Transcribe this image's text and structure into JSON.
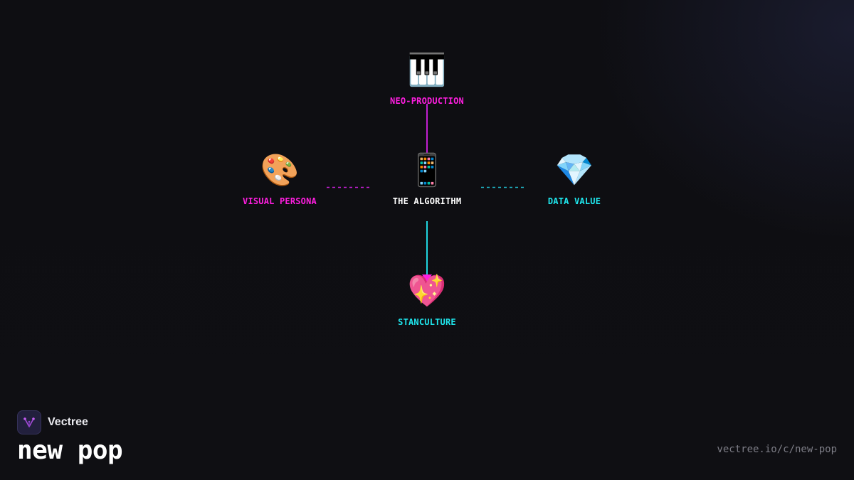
{
  "brand": {
    "name": "Vectree",
    "logo_icon": "vectree-tree-logo-icon"
  },
  "page": {
    "title": "new pop",
    "url": "vectree.io/c/new-pop"
  },
  "diagram": {
    "nodes": {
      "top": {
        "label": "NEO-PRODUCTION",
        "icon": "🎹",
        "icon_name": "piano-keys-icon",
        "color": "#ff1ee0"
      },
      "left": {
        "label": "VISUAL PERSONA",
        "icon": "🎨",
        "icon_name": "artist-palette-icon",
        "color": "#ff1ee0"
      },
      "center": {
        "label": "THE ALGORITHM",
        "icon": "📱",
        "icon_name": "mobile-phone-icon",
        "color": "#ffffff"
      },
      "right": {
        "label": "DATA VALUE",
        "icon": "💎",
        "icon_name": "gem-stone-icon",
        "color": "#1fe8ef"
      },
      "bottom": {
        "label": "STANCULTURE",
        "icon": "💖",
        "icon_name": "sparkling-heart-icon",
        "color": "#1fe8ef"
      }
    },
    "edges": [
      {
        "from": "top",
        "to": "center",
        "style": "solid",
        "color": "#c21fd2"
      },
      {
        "from": "left",
        "to": "center",
        "style": "dashed",
        "color": "#c21fd2"
      },
      {
        "from": "center",
        "to": "right",
        "style": "dashed",
        "color": "#1fb3c4"
      },
      {
        "from": "center",
        "to": "bottom",
        "style": "solid-arrow",
        "color": "#1fd5e0",
        "arrow_color": "#ff1ee0"
      }
    ]
  }
}
